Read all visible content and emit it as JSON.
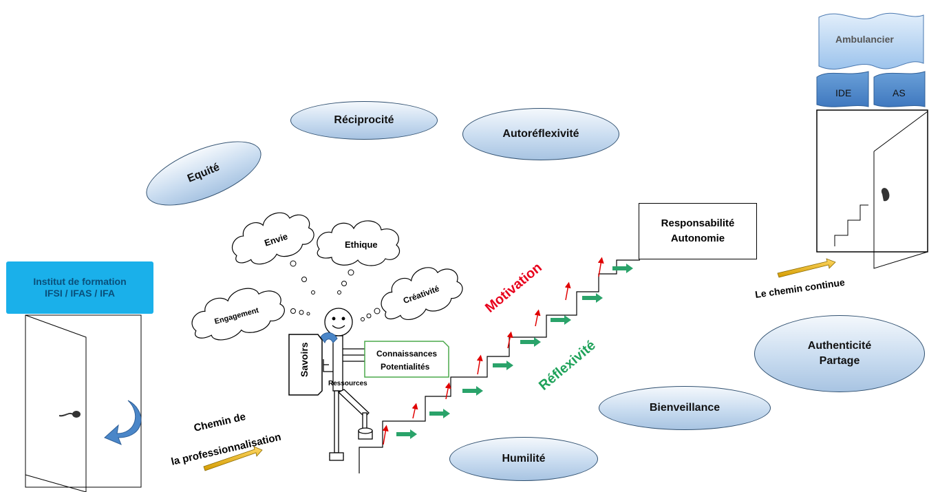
{
  "institute": {
    "line1": "Institut de formation",
    "line2": "IFSI / IFAS / IFA",
    "color": "#1ab0ea"
  },
  "values": {
    "reciprocite": "Réciprocité",
    "autoreflexivite": "Autoréflexivité",
    "equite": "Equité",
    "bienveillance": "Bienveillance",
    "humilite": "Humilité",
    "authenticite": "Authenticité",
    "partage": "Partage"
  },
  "clouds": {
    "envie": "Envie",
    "ethique": "Ethique",
    "creativite": "Créativité",
    "engagement": "Engagement"
  },
  "figure": {
    "savoirs": "Savoirs",
    "ressources": "Ressources",
    "connaissances": "Connaissances",
    "potentialites": "Potentialités"
  },
  "stairs": {
    "motivation": "Motivation",
    "reflexivite": "Réflexivité",
    "motivation_color": "#e8001c",
    "reflexivite_color": "#1fa25a"
  },
  "goal": {
    "line1": "Responsabilité",
    "line2": "Autonomie"
  },
  "path": {
    "line1": "Chemin de",
    "line2": "la professionnalisation",
    "continue": "Le chemin continue"
  },
  "professions": {
    "ambulancier": "Ambulancier",
    "ide": "IDE",
    "as": "AS"
  }
}
